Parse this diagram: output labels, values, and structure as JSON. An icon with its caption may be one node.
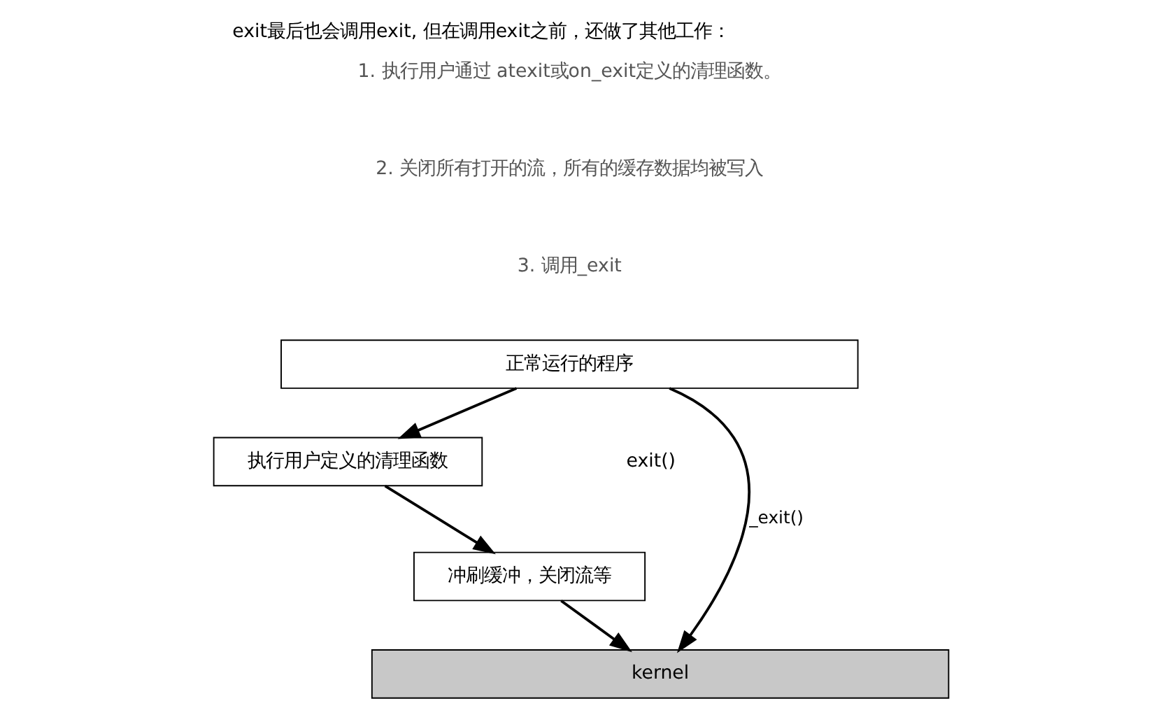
{
  "diagram": {
    "title": "exit最后也会调用exit, 但在调用exit之前，还做了其他工作：",
    "nodes": [
      {
        "text": [
          "正常运行的程序"
        ]
      },
      {
        "text": [
          "执行用户定义的清理函数"
        ]
      },
      {
        "text": [
          "冲刷缓冲，关闭流等"
        ]
      },
      {
        "text": [
          "kernel"
        ]
      }
    ],
    "edges": [
      {
        "from": 0,
        "to": 3,
        "arrow": "to",
        "label": "_exit()"
      },
      {
        "from": 0,
        "to": 1,
        "arrow": "to"
      },
      {
        "from": 1,
        "to": 2,
        "arrow": "to"
      },
      {
        "from": 2,
        "to": 3,
        "arrow": "to"
      }
    ],
    "labels": [
      "1. 执行用户通过 atexit或on_exit定义的清理函数。",
      "2. 关闭所有打开的流，所有的缓存数据均被写入",
      "3. 调用_exit",
      "exit()"
    ]
  }
}
